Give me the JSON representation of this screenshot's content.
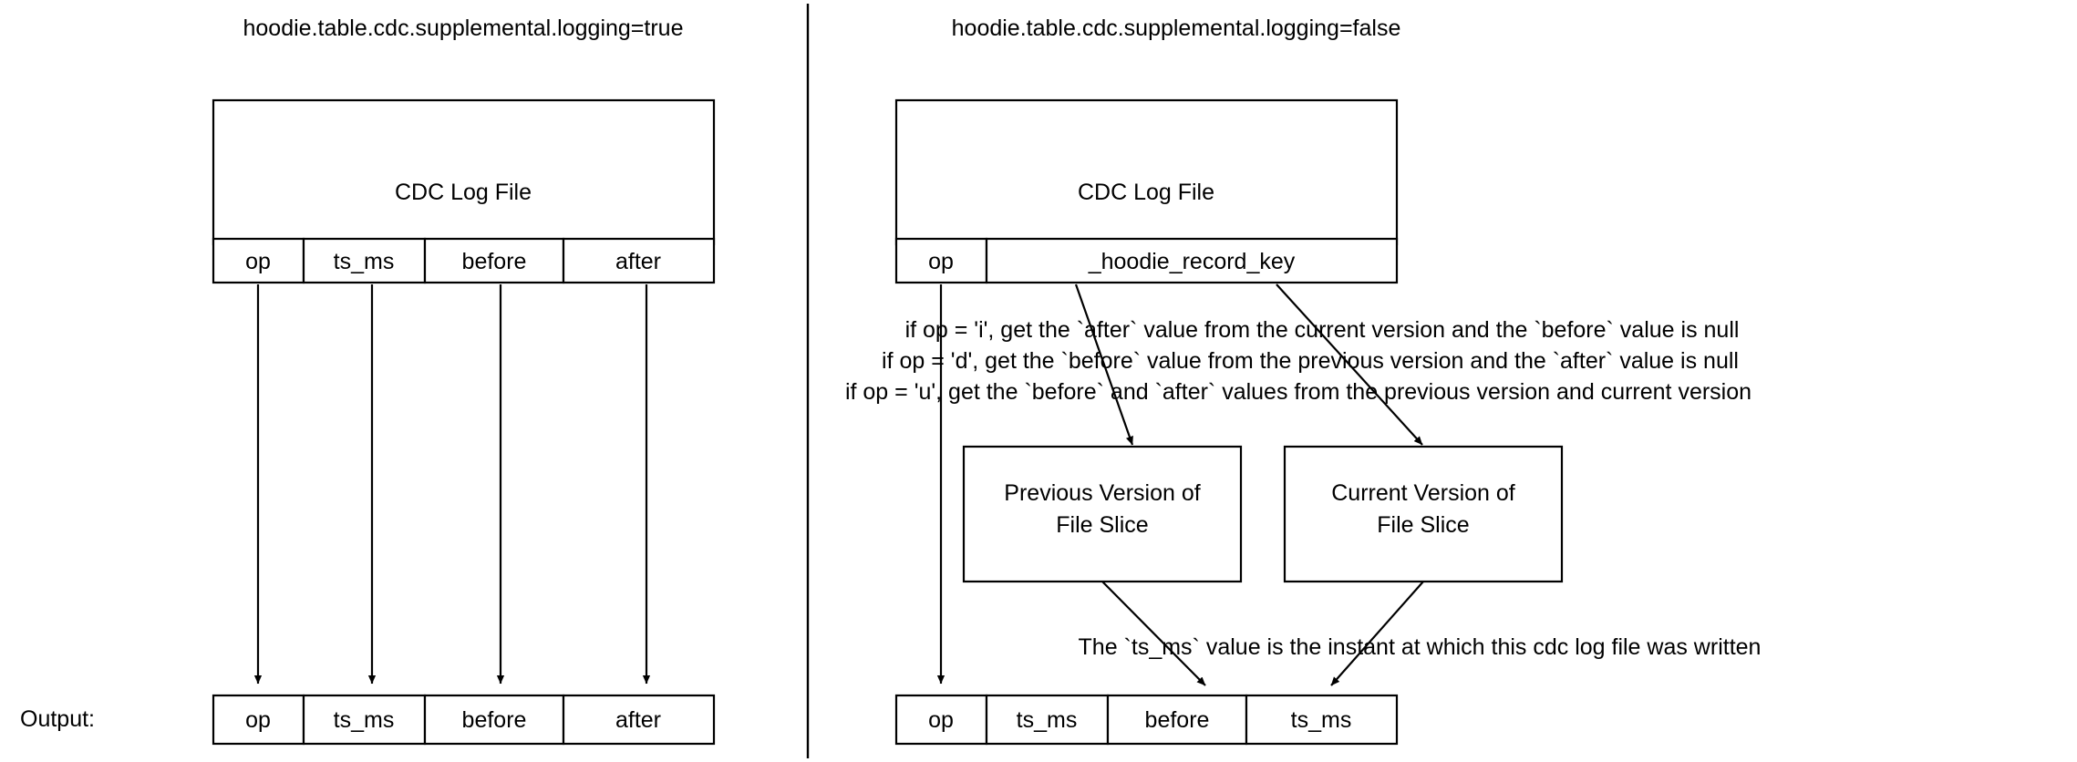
{
  "meta": {
    "background_color": "#ffffff",
    "line_color": "#000000",
    "text_color": "#000000"
  },
  "panels": [
    {
      "id": "left",
      "title": "hoodie.table.cdc.supplemental.logging=true",
      "log_file_box": {
        "label": "CDC Log File"
      },
      "schema_columns": [
        "op",
        "ts_ms",
        "before",
        "after"
      ],
      "output_label": "Output:",
      "output_columns": [
        "op",
        "ts_ms",
        "before",
        "after"
      ],
      "notes": []
    },
    {
      "id": "right",
      "title": "hoodie.table.cdc.supplemental.logging=false",
      "log_file_box": {
        "label": "CDC Log File"
      },
      "schema_columns": [
        "op",
        "_hoodie_record_key"
      ],
      "output_label": "",
      "output_columns": [
        "op",
        "ts_ms",
        "before",
        "ts_ms"
      ],
      "notes": [
        "if op = 'i', get the `after` value from the current version and the `before` value is null",
        "if op = 'd', get the `before` value from the previous version  and the `after` value is null",
        "if op = 'u', get the `before` and `after` values from the previous version and current version",
        "The `ts_ms` value is the instant at which this cdc log file was written"
      ],
      "version_boxes": [
        {
          "line1": "Previous Version of",
          "line2": "File Slice"
        },
        {
          "line1": "Current Version of",
          "line2": "File Slice"
        }
      ]
    }
  ]
}
